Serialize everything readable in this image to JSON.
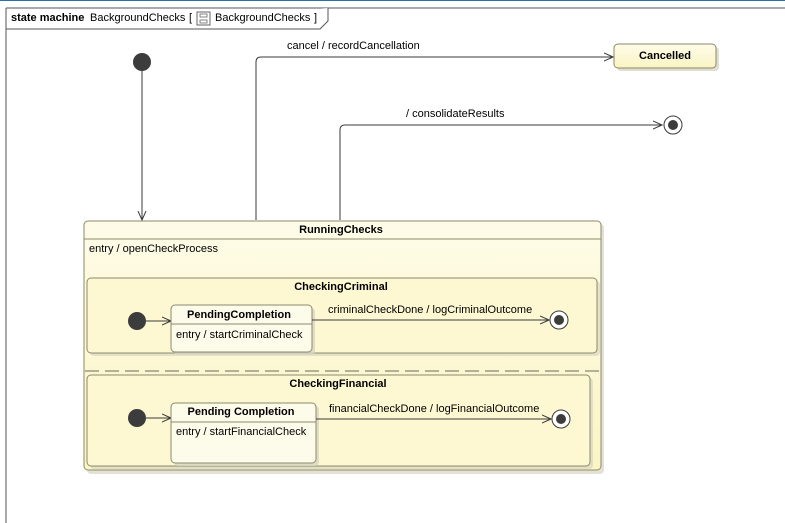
{
  "frame": {
    "keyword": "state machine",
    "name": "BackgroundChecks",
    "open_bracket": "[",
    "diagram_name": "BackgroundChecks",
    "close_bracket": "]"
  },
  "states": {
    "cancelled": "Cancelled",
    "running": {
      "name": "RunningChecks",
      "entry": "entry / openCheckProcess"
    },
    "criminal_region": "CheckingCriminal",
    "criminal_pending": {
      "name": "PendingCompletion",
      "entry": "entry / startCriminalCheck"
    },
    "financial_region": "CheckingFinancial",
    "financial_pending": {
      "name": "Pending Completion",
      "entry": "entry / startFinancialCheck"
    }
  },
  "transitions": {
    "cancel": "cancel / recordCancellation",
    "consolidate": "/ consolidateResults",
    "criminal_done": "criminalCheckDone / logCriminalOutcome",
    "financial_done": "financialCheckDone / logFinancialOutcome"
  },
  "colors": {
    "state_fill": "#fdf8d2",
    "state_border": "#8a8a6a",
    "line": "#3a3a3a",
    "frame_top": "#2e6ea6"
  }
}
